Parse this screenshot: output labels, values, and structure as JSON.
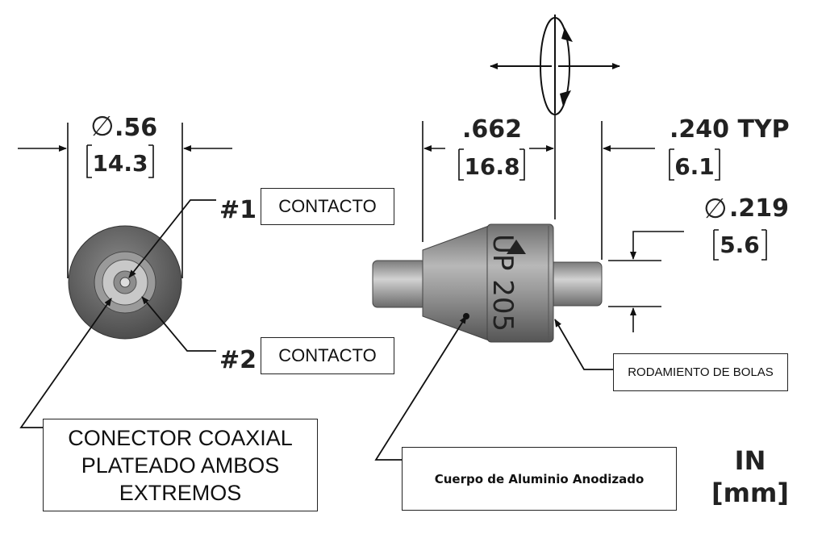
{
  "dimensions": {
    "diameter_in": ".56",
    "diameter_mm": "14.3",
    "length_in": ".662",
    "length_mm": "16.8",
    "shaft_len_in": ".240 TYP",
    "shaft_len_mm": "6.1",
    "shaft_dia_in": ".219",
    "shaft_dia_mm": "5.6",
    "diameter_symbol": "∅"
  },
  "markers": {
    "contact1": "#1",
    "contact2": "#2"
  },
  "labels": {
    "contact1": "CONTACTO",
    "contact2": "CONTACTO",
    "coax_line1": "CONECTOR COAXIAL",
    "coax_line2": "PLATEADO AMBOS",
    "coax_line3": "EXTREMOS",
    "bearing": "RODAMIENTO DE BOLAS",
    "body": "Cuerpo de Aluminio Anodizado"
  },
  "part_marking": {
    "text": "UP 205"
  },
  "units": {
    "top": "IN",
    "bottom": "[mm]"
  }
}
